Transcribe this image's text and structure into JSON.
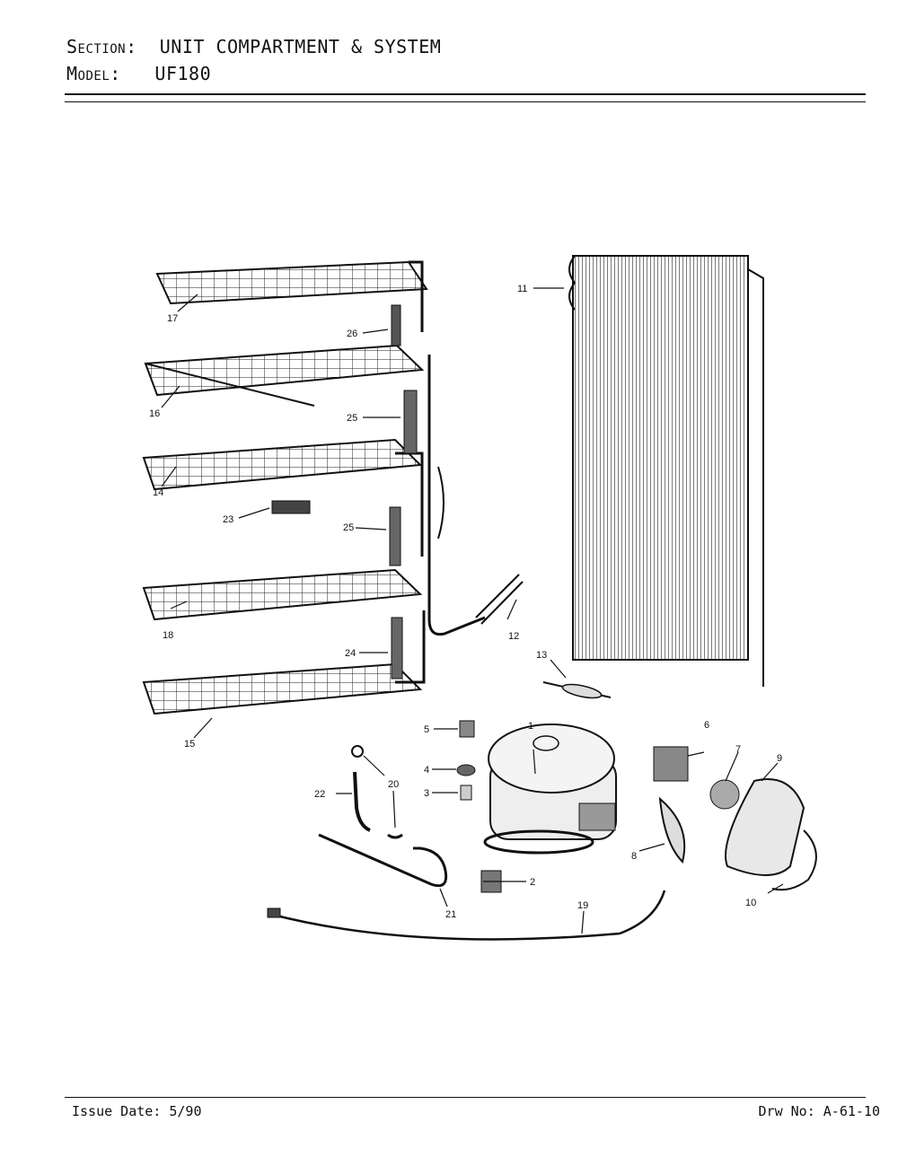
{
  "header": {
    "section_label": "Section:",
    "section_value": "UNIT COMPARTMENT & SYSTEM",
    "model_label": "Model:",
    "model_value": "UF180"
  },
  "footer": {
    "issue_date": "Issue Date: 5/90",
    "drawing_number": "Drw No: A-61-10"
  },
  "callouts": [
    "1",
    "2",
    "3",
    "4",
    "5",
    "6",
    "7",
    "8",
    "9",
    "10",
    "11",
    "12",
    "13",
    "14",
    "15",
    "16",
    "17",
    "18",
    "19",
    "20",
    "21",
    "22",
    "23",
    "24",
    "25",
    "25",
    "26"
  ],
  "colors": {
    "ink": "#111111",
    "paper": "#ffffff"
  }
}
